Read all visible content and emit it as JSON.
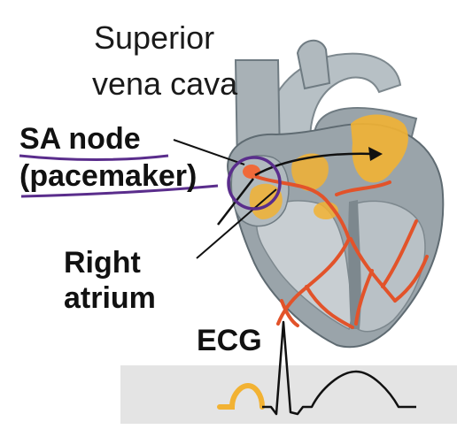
{
  "labels": {
    "superior_vena_cava_line1": "Superior",
    "superior_vena_cava_line2": "vena cava",
    "sa_node_line1": "SA node",
    "sa_node_line2": "(pacemaker)",
    "right_atrium_line1": "Right",
    "right_atrium_line2": "atrium",
    "ecg": "ECG"
  },
  "colors": {
    "heart_gray": "#9aa4aa",
    "heart_dark": "#6f7b82",
    "heart_light": "#c8ced2",
    "node_orange": "#f2b233",
    "conduction_red": "#e2532a",
    "annotation_purple": "#5a2d8c",
    "ecg_band": "#e4e4e4"
  }
}
